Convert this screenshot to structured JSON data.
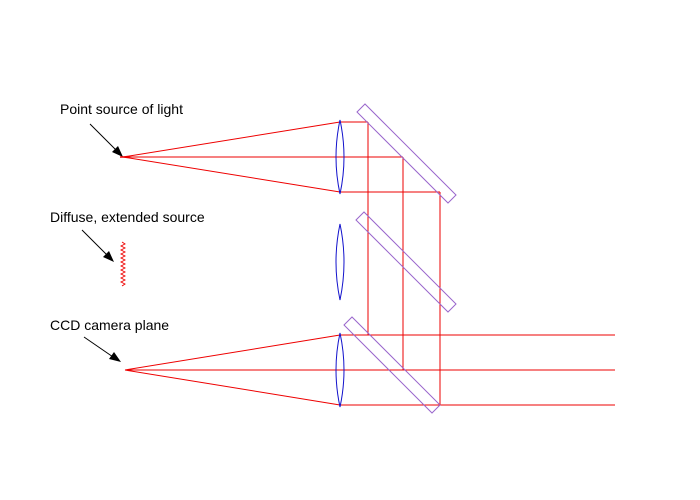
{
  "labels": {
    "point_source": "Point source of light",
    "diffuse_source": "Diffuse, extended source",
    "ccd_plane": "CCD camera plane"
  },
  "colors": {
    "rays": "#ee0000",
    "lenses": "#1111cc",
    "beam_splitters": "#9966cc",
    "text": "#000000",
    "background": "#ffffff"
  },
  "components": {
    "lenses": [
      "upper-lens",
      "middle-lens",
      "lower-lens"
    ],
    "beam_splitters": [
      "upper-beam-splitter",
      "middle-beam-splitter",
      "lower-beam-splitter"
    ],
    "icons": [
      "arrow-icon",
      "zigzag-source-icon",
      "point-source-icon"
    ]
  }
}
